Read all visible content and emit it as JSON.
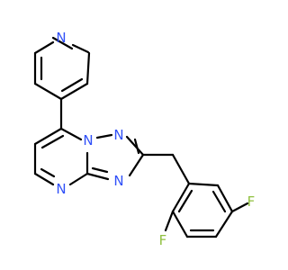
{
  "molecule": {
    "atoms": {
      "n_pyridine": "N",
      "n_bridge": "N",
      "n_triazole_top": "N",
      "n_triazole_bottom": "N",
      "n_pyrimidine": "N",
      "f_upper": "F",
      "f_lower": "F"
    },
    "colors": {
      "nitrogen": "#3050F8",
      "fluorine": "#90C040",
      "bond": "#000000"
    }
  }
}
